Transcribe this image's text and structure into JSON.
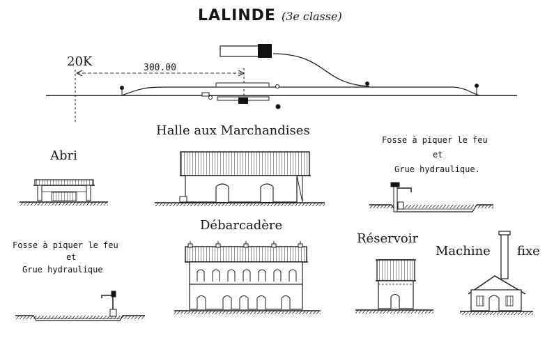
{
  "title": {
    "main": "LALINDE",
    "class": "(3e classe)"
  },
  "plan": {
    "km_mark": "20K",
    "distance": "300.00"
  },
  "buildings": {
    "abri": "Abri",
    "halle": "Halle aux Marchandises",
    "fosse_top": {
      "line1": "Fosse à piquer le feu",
      "line2": "et",
      "line3": "Grue hydraulique."
    },
    "fosse_bottom": {
      "line1": "Fosse à piquer le feu",
      "line2": "et",
      "line3": "Grue hydraulique"
    },
    "debarcadere": "Débarcadère",
    "reservoir": "Réservoir",
    "machine": "Machine",
    "fixe": "fixe"
  }
}
